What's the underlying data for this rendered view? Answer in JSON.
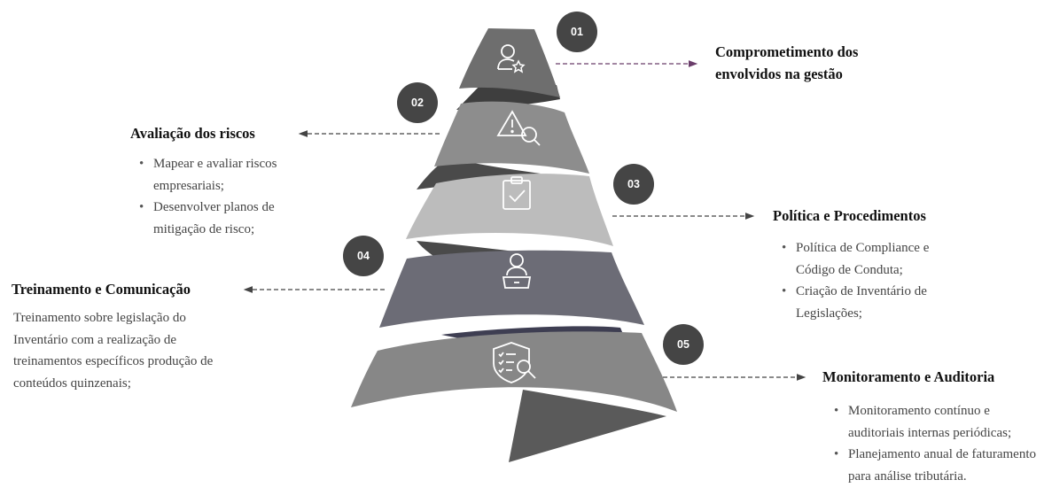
{
  "steps": [
    {
      "number": "01",
      "title": "Comprometimento dos envolvidos na gestão",
      "icon": "user-star-icon"
    },
    {
      "number": "02",
      "title": "Avaliação dos riscos",
      "icon": "warning-search-icon",
      "bullets": [
        "Mapear e avaliar riscos empresariais;",
        "Desenvolver planos de mitigação de risco;"
      ]
    },
    {
      "number": "03",
      "title": "Política e Procedimentos",
      "icon": "clipboard-check-icon",
      "bullets": [
        "Política de Compliance e Código de Conduta;",
        "Criação de Inventário de Legislações;"
      ]
    },
    {
      "number": "04",
      "title": "Treinamento e Comunicação",
      "icon": "user-laptop-icon",
      "paragraph": "Treinamento sobre legislação do Inventário com a realização de treinamentos específicos produção de conteúdos quinzenais;"
    },
    {
      "number": "05",
      "title": "Monitoramento e Auditoria",
      "icon": "shield-checklist-search-icon",
      "bullets": [
        "Monitoramento contínuo e auditoriais internas periódicas;",
        "Planejamento anual de faturamento para análise tributária."
      ]
    }
  ],
  "colors": {
    "badge": "#454545",
    "band1": "#6e6e6e",
    "band2": "#8d8d8d",
    "band3": "#bcbcbc",
    "band4": "#6c6c76",
    "band5": "#878787",
    "shadow": "#3e3e3e",
    "arrow_top": "#6a3d6a",
    "arrow": "#444444"
  }
}
